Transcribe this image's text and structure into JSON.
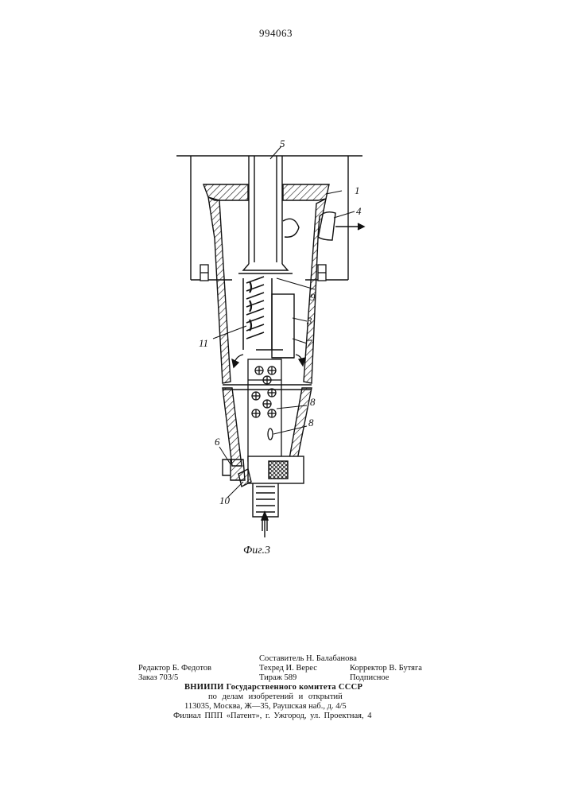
{
  "patent_number": "994063",
  "figure": {
    "caption": "Фиг.3",
    "labels": {
      "l1": "1",
      "l3": "3",
      "l4": "4",
      "l5": "5",
      "l6": "6",
      "l7": "7",
      "l8a": "8",
      "l8b": "8",
      "l9": "9",
      "l10": "10",
      "l11": "11"
    }
  },
  "imprint": {
    "compiler": "Составитель Н. Балабанова",
    "editor": "Редактор Б. Федотов",
    "techred": "Техред И. Верес",
    "corrector": "Корректор В. Бутяга",
    "order": "Заказ 703/5",
    "circulation": "Тираж 589",
    "subscription": "Подписное",
    "org_line1": "ВНИИПИ Государственного комитета СССР",
    "org_line2": "по делам изобретений и открытий",
    "address": "113035, Москва, Ж—35, Раушская наб., д. 4/5",
    "branch": "Филиал ППП «Патент», г. Ужгород, ул. Проектная, 4"
  }
}
